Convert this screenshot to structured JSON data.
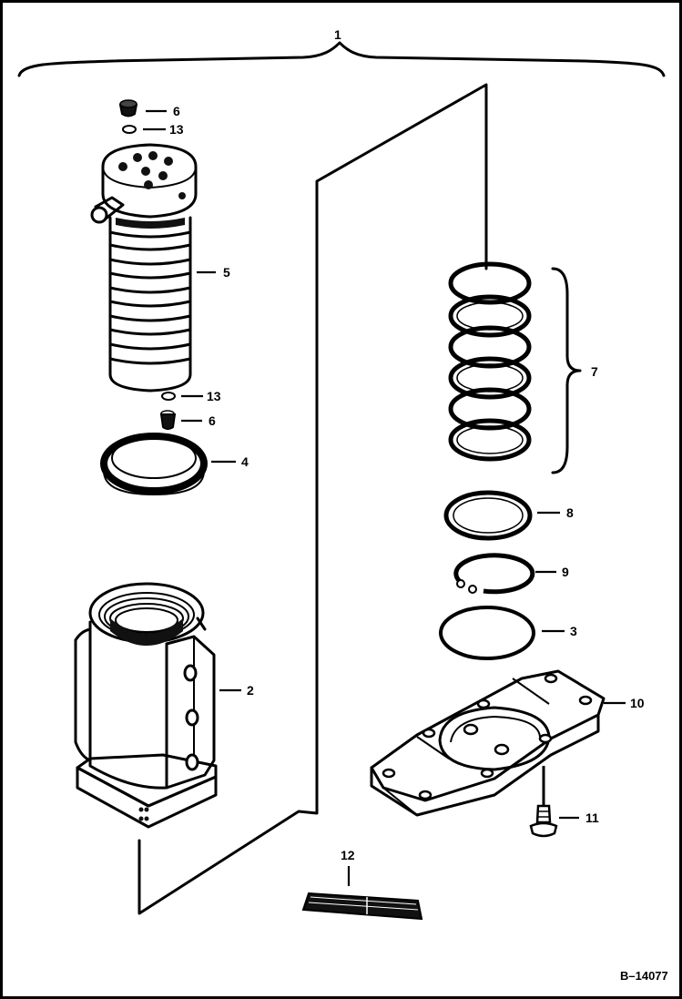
{
  "figure": {
    "figure_number": "B–14077"
  },
  "callouts": {
    "c1": "1",
    "c2": "2",
    "c3": "3",
    "c4": "4",
    "c5": "5",
    "c6_top": "6",
    "c6_bottom": "6",
    "c7": "7",
    "c8": "8",
    "c9": "9",
    "c10": "10",
    "c11": "11",
    "c12": "12",
    "c13_top": "13",
    "c13_bottom": "13"
  },
  "parts": [
    {
      "ref": "1",
      "icon": "swivel-assembly-brace"
    },
    {
      "ref": "2",
      "icon": "swivel-housing"
    },
    {
      "ref": "3",
      "icon": "o-ring"
    },
    {
      "ref": "4",
      "icon": "seal"
    },
    {
      "ref": "5",
      "icon": "swivel-spool"
    },
    {
      "ref": "6",
      "icon": "plug"
    },
    {
      "ref": "7",
      "icon": "seal-ring-set"
    },
    {
      "ref": "8",
      "icon": "ring"
    },
    {
      "ref": "9",
      "icon": "snap-ring"
    },
    {
      "ref": "10",
      "icon": "cover-plate"
    },
    {
      "ref": "11",
      "icon": "bolt"
    },
    {
      "ref": "12",
      "icon": "decal"
    },
    {
      "ref": "13",
      "icon": "o-ring-small"
    }
  ]
}
